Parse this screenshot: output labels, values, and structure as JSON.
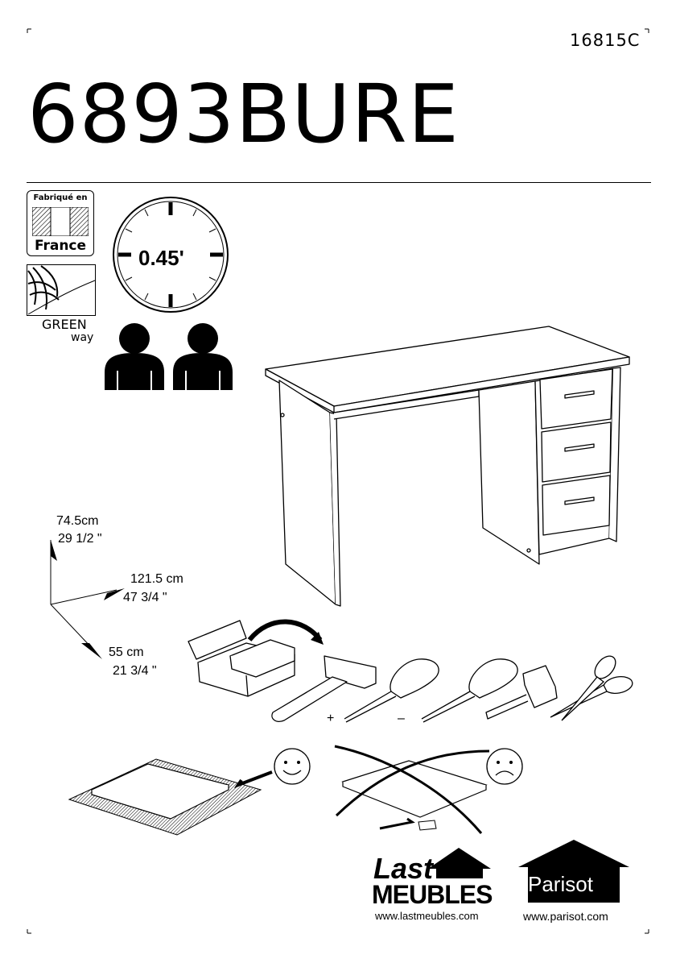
{
  "header": {
    "reference": "16815C",
    "model": "6893BURE"
  },
  "badges": {
    "made_in_line1": "Fabriqué en",
    "made_in_line2": "France",
    "green_line1": "GREEN",
    "green_line2": "way"
  },
  "assembly": {
    "time": "0.45'",
    "people_count": 2
  },
  "dimensions": {
    "height_cm": "74.5cm",
    "height_in": "29 1/2 \"",
    "width_cm": "121.5 cm",
    "width_in": "47 3/4   \"",
    "depth_cm": "55 cm",
    "depth_in": "21 3/4 \""
  },
  "tools": {
    "icons": [
      "toolbox-icon",
      "hammer-icon",
      "phillips-screwdriver-icon",
      "flat-screwdriver-icon",
      "tape-measure-icon",
      "scissors-icon"
    ],
    "plus_sign": "+",
    "minus_sign": "–"
  },
  "advice": {
    "good": "smiley-happy-icon",
    "bad": "smiley-sad-icon"
  },
  "brands": {
    "last_line1": "Last",
    "last_line2": "MEUBLES",
    "last_url": "www.lastmeubles.com",
    "parisot_name": "Parisot",
    "parisot_url": "www.parisot.com"
  }
}
